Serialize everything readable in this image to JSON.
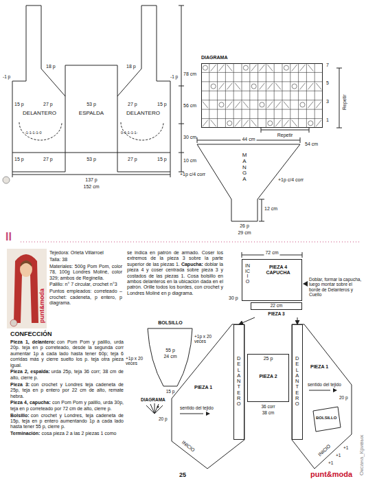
{
  "diagram": {
    "nodes": [
      {
        "text": [
          "DELANTERO"
        ]
      },
      {
        "text": [
          "ESPALDA"
        ]
      },
      {
        "text": [
          "DELANTERO"
        ]
      },
      {
        "text": [
          "DIAGRAMA"
        ]
      },
      {
        "text": [
          "MANGA"
        ]
      },
      {
        "text": [
          "PIEZA 4 CAPUCHA",
          "INICIO"
        ]
      },
      {
        "text": [
          "22 cm",
          "PIEZA 3"
        ]
      },
      {
        "text": [
          "BOLSILLO",
          "55 p",
          "24 cm"
        ]
      },
      {
        "text": [
          "PIEZA 1",
          "INICIO",
          "sentido del tejido"
        ]
      },
      {
        "text": [
          "DELANTERO"
        ],
        "in": 8
      },
      {
        "text": [
          "25 p",
          "PIEZA 2",
          "36 corr",
          "38 cm"
        ]
      },
      {
        "text": [
          "PIEZA 1",
          "INICIO",
          "sentido del tejido"
        ]
      },
      {
        "text": [
          "DELANTERO"
        ],
        "in": 11
      },
      {
        "text": [
          "BOLSILLO"
        ],
        "in": 11
      }
    ],
    "edges": [
      {
        "from": 6,
        "to": 9,
        "arrow": "to"
      },
      {
        "from": 6,
        "to": 12,
        "arrow": "to"
      }
    ],
    "labels": [
      "-1 p",
      "18 p",
      "18 p",
      "-1 p",
      "15 p",
      "27 p",
      "53 p",
      "27 p",
      "15 p",
      "-1-1-1-1-0",
      "0-1-1-1-1-",
      "15 p",
      "27 p",
      "53 p",
      "27 p",
      "15 p",
      "137 p",
      "152 cm",
      "78 cm",
      "56 cm",
      "30 cm",
      "10 cm",
      "7",
      "5",
      "3",
      "1",
      "Repetir",
      "Repetir",
      "44 cm",
      "54 cm",
      "+1p c/4 corr",
      "+1p c/4 corr",
      "12 cm",
      "26 p",
      "29 cm",
      "II",
      "punt&moda",
      "Tejedora: Orieta Villarroel",
      "Talla: 38",
      "Materiales: 500g Pom Pom, color 78, 100g Londres Moliné, color 329; ambos de Reginella.",
      "Palillo: n° 7 circular, crochet n°3",
      "Puntos empleados: correteado – crochet: cadeneta, p entero, p diagrama.",
      "CONFECCIÓN",
      "Pieza 1, delantero:",
      "con Pom Pom y palillo, urda 20p. teja en p correteado, desde la segunda corr aumentar 1p a cada lado hasta tener 60p; teja 6 corridas más y cierre suelto los p. teja otra pieza igual.",
      "Pieza 2, espalda:",
      "urda 25p, teja 36 corr; 38 cm de alto, cierre p.",
      "Pieza 3:",
      "con crochet y Londres teja cadeneta de 25p, teja en p entero por 22 cm de alto, remate hebra.",
      "Pieza 4, capucha:",
      "con Pom Pom y palillo, urda 30p, teja en p correteado por 72 cm de alto, cierre p.",
      "Bolsillo:",
      "con crochet y Londres, teja cadeneta de 15p, teja en p entero aumentando 1p a cada lado hasta tener 55 p, cierre p.",
      "Terminación:",
      "cosa pieza 2 a las 2 piezas 1 como",
      "se indica en patrón de armado. Coser los extremos de la pieza 3 sobre la parte superior de las piezas 1.",
      "Capucha:",
      "doblar la pieza 4 y coser centrada sobre pieza 3 y costados de las piezas 1. Cosa bolsillo en ambos delanteros en la ubicación dada en el patrón. Orille todos los bordes, con crochet y Londres Moliné en p diagrama.",
      "72 cm",
      "30 p",
      "Doblar, formar la capucha, luego montar sobre el borde de Delanteros y Cuello",
      "+1p x 20 veces",
      "+1p x 20 veces",
      "15 p",
      "DIAGRAMA",
      "20 p",
      "+1",
      "+1",
      "+1",
      "20 p",
      "25",
      "punt&moda",
      "Оксана_Кривых"
    ]
  }
}
